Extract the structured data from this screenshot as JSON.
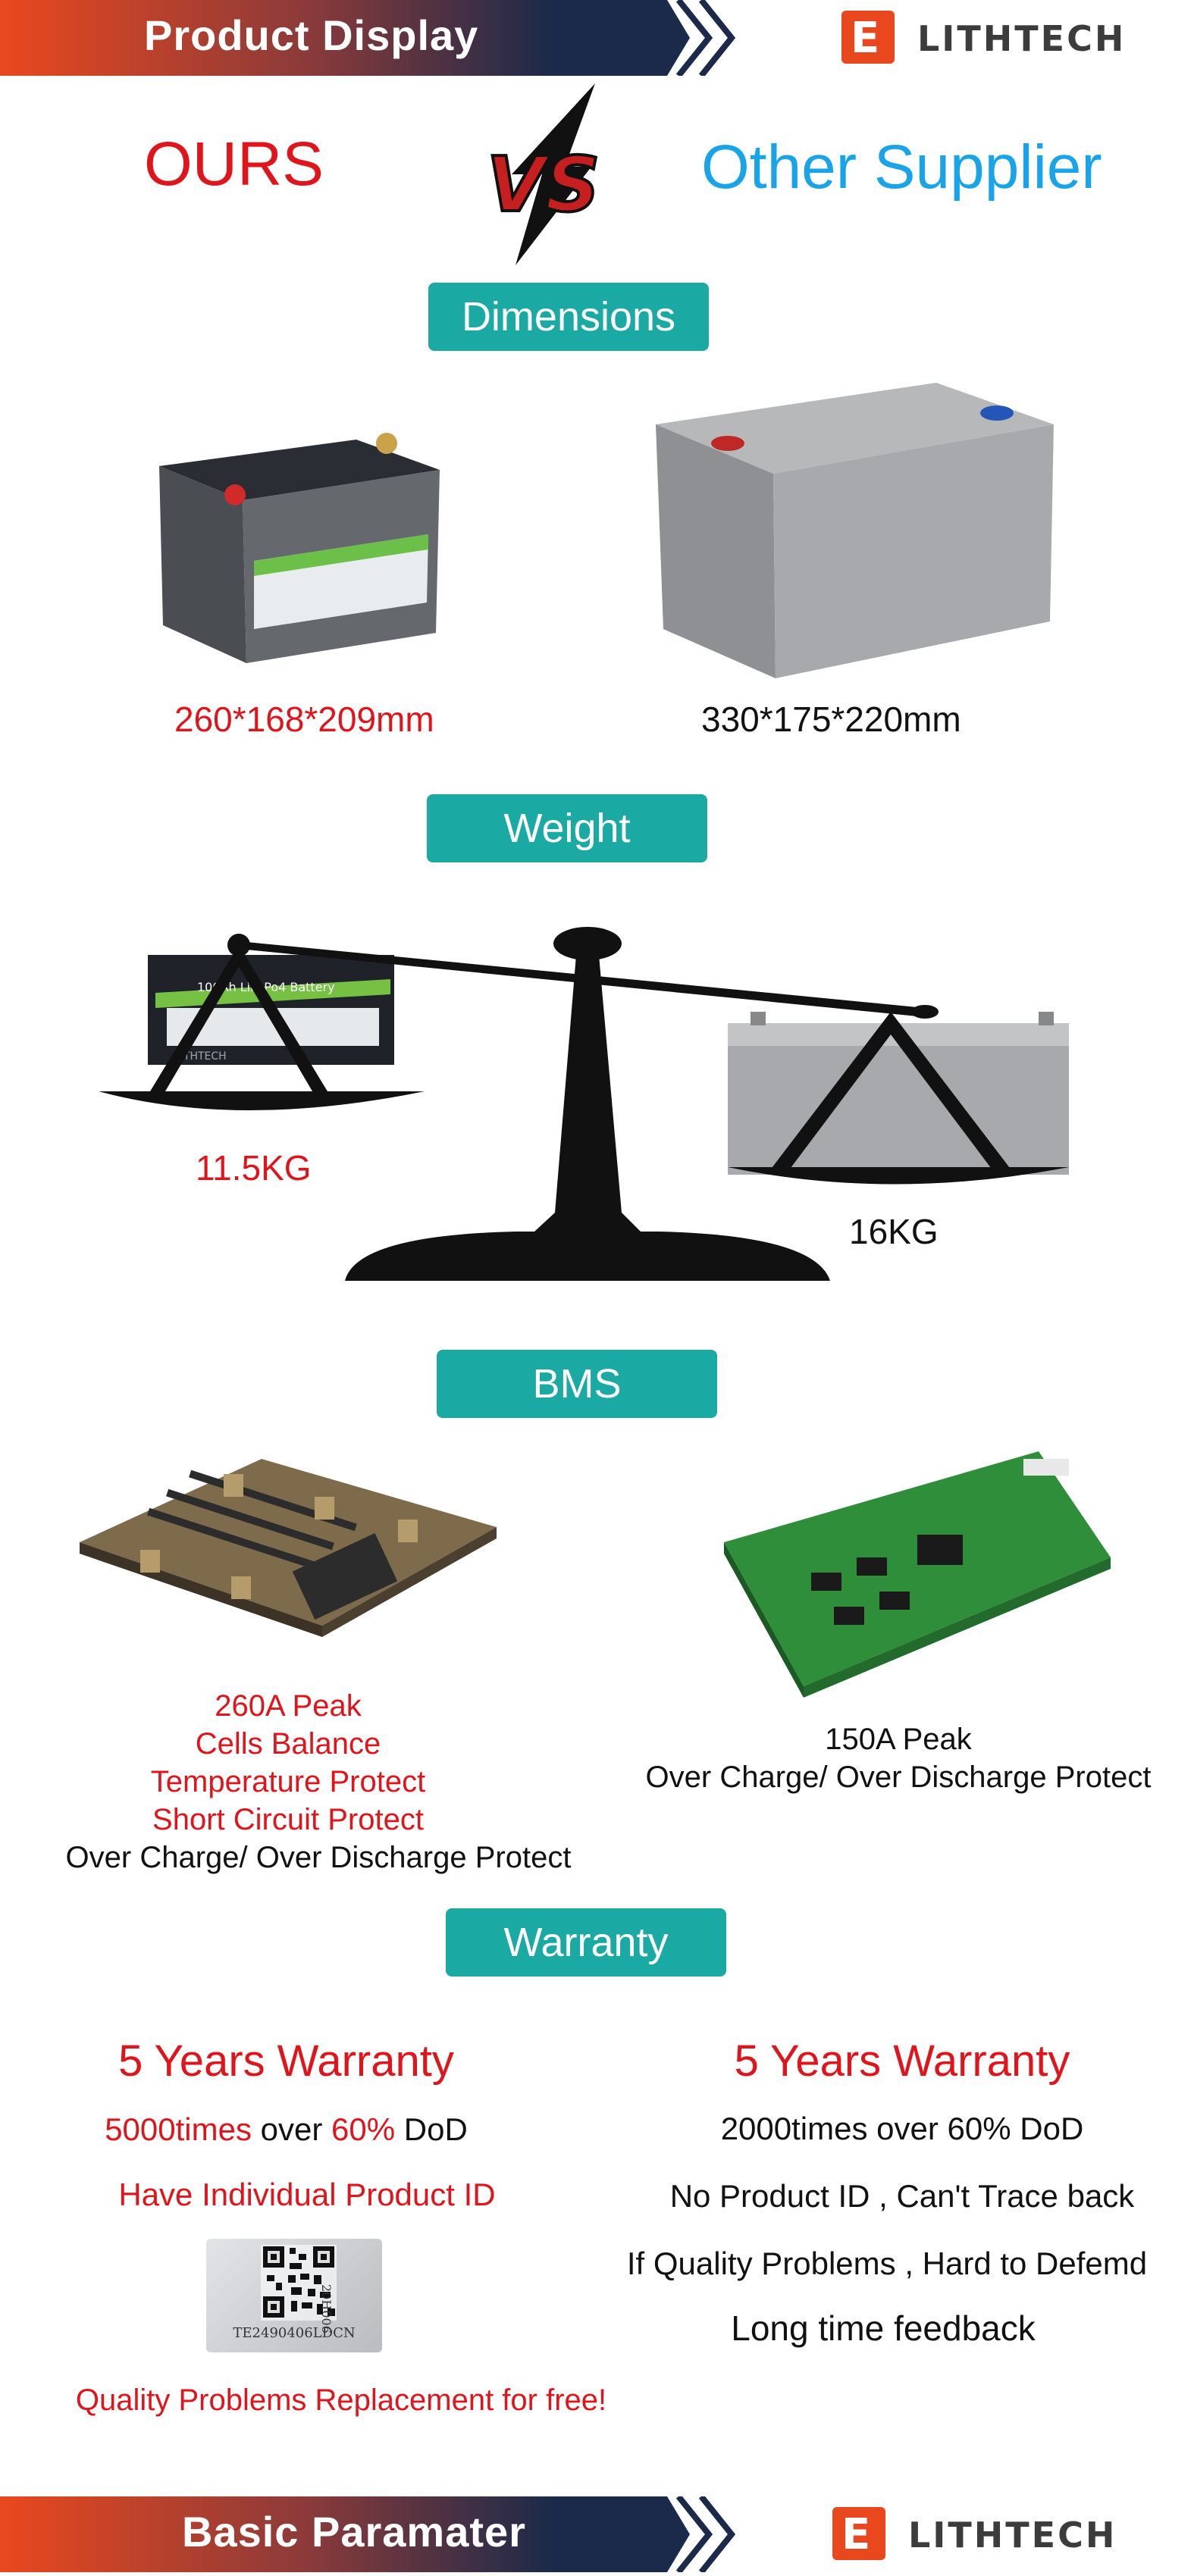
{
  "header": {
    "title": "Product Display",
    "logo_mark": "E",
    "logo_text": "LITHTECH"
  },
  "compare": {
    "ours": "OURS",
    "vs": "VS",
    "other": "Other Supplier"
  },
  "dimensions": {
    "heading": "Dimensions",
    "ours": "260*168*209mm",
    "other": "330*175*220mm"
  },
  "weight": {
    "heading": "Weight",
    "ours": "11.5KG",
    "other": "16KG",
    "ours_battery_label": "100Ah LiFePo4 Battery",
    "brand": "LITHTECH"
  },
  "bms": {
    "heading": "BMS",
    "ours": [
      "260A Peak",
      "Cells Balance",
      "Temperature Protect",
      "Short Circuit Protect"
    ],
    "ours_last": "Over Charge/ Over Discharge Protect",
    "other": [
      "150A Peak",
      "Over Charge/ Over Discharge Protect"
    ]
  },
  "warranty": {
    "heading": "Warranty",
    "ours_title": "5 Years Warranty",
    "ours_cycles": {
      "a": "5000times",
      "b": " over ",
      "c": "60%",
      "d": " DoD"
    },
    "ours_id": "Have Individual Product ID",
    "ours_qr_code": "TE2490406LDCN",
    "ours_qr_side": "20H006",
    "ours_replace": "Quality Problems Replacement for free!",
    "other_title": "5 Years Warranty",
    "other_lines": [
      "2000times over 60% DoD",
      "No Product ID , Can't Trace back",
      "If Quality Problems , Hard to Defemd",
      "Long time feedback"
    ]
  },
  "footer": {
    "title": "Basic Paramater",
    "logo_mark": "E",
    "logo_text": "LITHTECH"
  },
  "colors": {
    "accent_red": "#e0141b",
    "teal": "#1aa9a3",
    "blue": "#19a3e8",
    "navy": "#1b2a4a",
    "orange": "#e9481f"
  }
}
